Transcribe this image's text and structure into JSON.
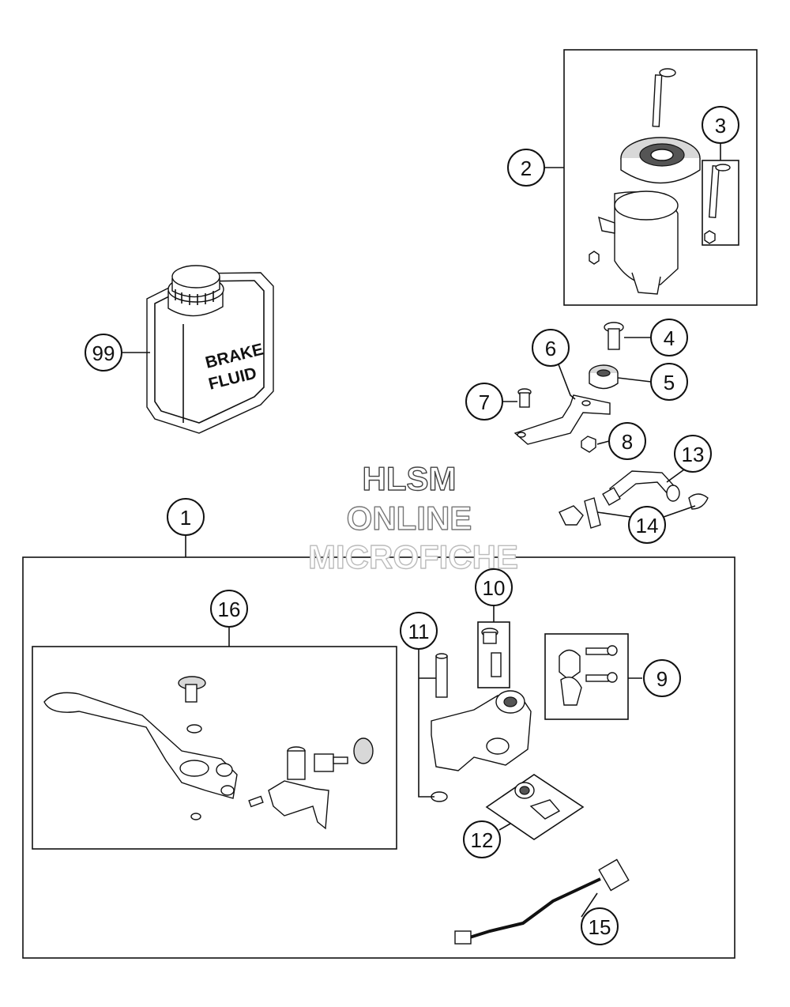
{
  "watermark": {
    "line1": "HLSM",
    "line2": "ONLINE",
    "line3": "MICROFICHE"
  },
  "can_label": {
    "line1": "BRAKE",
    "line2": "FLUID"
  },
  "callouts": {
    "c1": "1",
    "c2": "2",
    "c3": "3",
    "c4": "4",
    "c5": "5",
    "c6": "6",
    "c7": "7",
    "c8": "8",
    "c9": "9",
    "c10": "10",
    "c11": "11",
    "c12": "12",
    "c13": "13",
    "c14": "14",
    "c15": "15",
    "c16": "16",
    "c99": "99"
  },
  "colors": {
    "line": "#111111",
    "background": "#ffffff",
    "watermark_dark": "#444444",
    "watermark_light": "#bbbbbb"
  }
}
